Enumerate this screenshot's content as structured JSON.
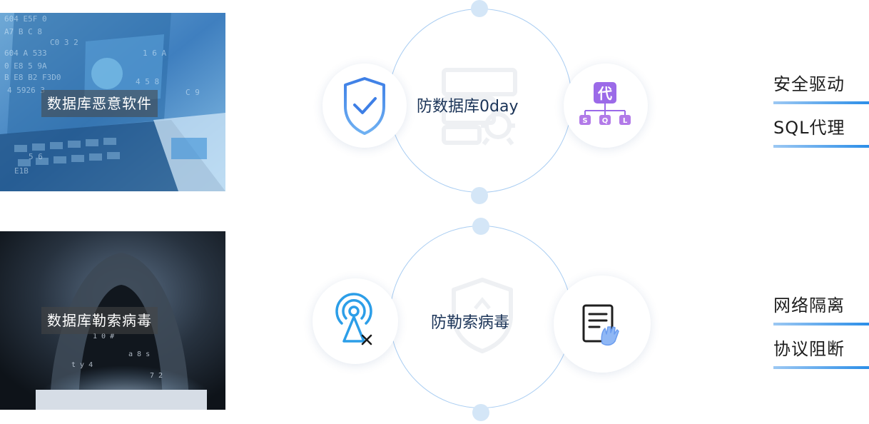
{
  "threats": [
    {
      "label": "数据库恶意软件",
      "image": "laptop-code-image"
    },
    {
      "label": "数据库勒索病毒",
      "image": "hooded-hacker-image"
    }
  ],
  "defenses": [
    {
      "title": "防数据库0day",
      "left_icon": "shield-check-icon",
      "right_icon": "sql-proxy-icon",
      "watermark": "server-bug-icon",
      "proxy_char": "代",
      "proxy_letters": [
        "S",
        "Q",
        "L"
      ]
    },
    {
      "title": "防勒索病毒",
      "left_icon": "antenna-blocked-icon",
      "right_icon": "document-hand-icon",
      "watermark": "shield-outline-icon"
    }
  ],
  "solutions": [
    {
      "labels": [
        "安全驱动",
        "SQL代理"
      ]
    },
    {
      "labels": [
        "网络隔离",
        "协议阻断"
      ]
    }
  ],
  "colors": {
    "ring": "#a9cdf2",
    "title": "#1a3357",
    "accent_blue": "#3d8ce8",
    "accent_purple": "#9b6ae8"
  }
}
